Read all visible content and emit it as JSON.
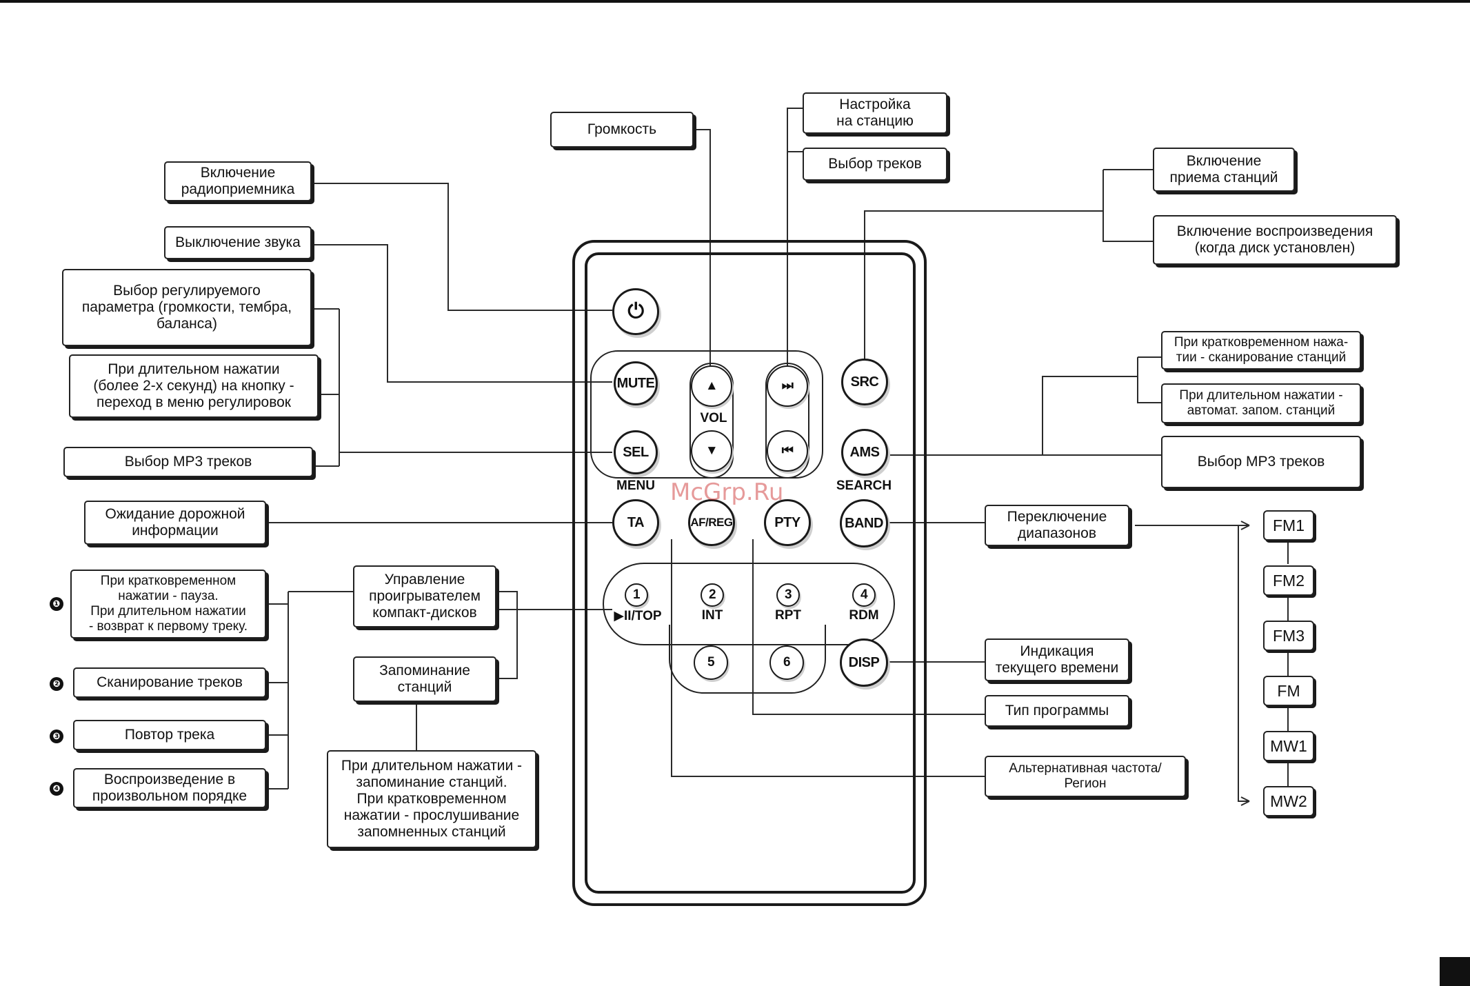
{
  "watermark": "McGrp.Ru",
  "remote": {
    "buttons": {
      "power": "⏻",
      "mute": "MUTE",
      "vol_up": "▲",
      "vol_down": "▼",
      "next": "⏭",
      "prev": "⏮",
      "src": "SRC",
      "sel": "SEL",
      "ams": "AMS",
      "ta": "TA",
      "af_reg": "AF/REG",
      "pty": "PTY",
      "band": "BAND",
      "preset_1": "1",
      "preset_2": "2",
      "preset_3": "3",
      "preset_4": "4",
      "preset_5": "5",
      "preset_6": "6",
      "disp": "DISP"
    },
    "labels": {
      "vol": "VOL",
      "menu": "MENU",
      "search": "SEARCH",
      "top": "▶II/TOP",
      "int": "INT",
      "rpt": "RPT",
      "rdm": "RDM"
    }
  },
  "callouts": {
    "volume": "Громкость",
    "tuning": "Настройка\nна станцию",
    "track_select": "Выбор треков",
    "radio_on": "Включение\nрадиоприемника",
    "mute": "Выключение звука",
    "param_select": "Выбор регулируемого\nпараметра (громкости, тембра,\nбаланса)",
    "long_press_menu": "При длительном нажатии\n(более 2-х секунд) на кнопку -\nпереход в меню регулировок",
    "mp3_left": "Выбор MP3 треков",
    "station_receive": "Включение\nприема станций",
    "playback_on": "Включение воспроизведения\n(когда диск установлен)",
    "short_scan": "При кратковременном нажа-\nтии - сканирование станций",
    "long_auto": "При длительном нажатии -\nавтомат. запом. станций",
    "mp3_right": "Выбор MP3 треков",
    "traffic_wait": "Ожидание дорожной\nинформации",
    "band_switch": "Переключение\nдиапазонов",
    "pause_info": "При кратковременном\nнажатии - пауза.\nПри длительном нажатии\n- возврат к первому треку.",
    "cd_control": "Управление\nпроигрывателем\nкомпакт-дисков",
    "track_scan": "Сканирование треков",
    "memory": "Запоминание\nстанций",
    "repeat": "Повтор трека",
    "random": "Воспроизведение в\nпроизвольном порядке",
    "memory_info": "При длительном нажатии -\nзапоминание станций.\nПри кратковременном\nнажатии - прослушивание\nзапомненных станций",
    "clock": "Индикация\nтекущего времени",
    "program_type": "Тип программы",
    "alt_freq": "Альтернативная частота/\nРегион"
  },
  "bands": [
    "FM1",
    "FM2",
    "FM3",
    "FM",
    "MW1",
    "MW2"
  ],
  "bullets": [
    "❶",
    "❷",
    "❸",
    "❹"
  ]
}
